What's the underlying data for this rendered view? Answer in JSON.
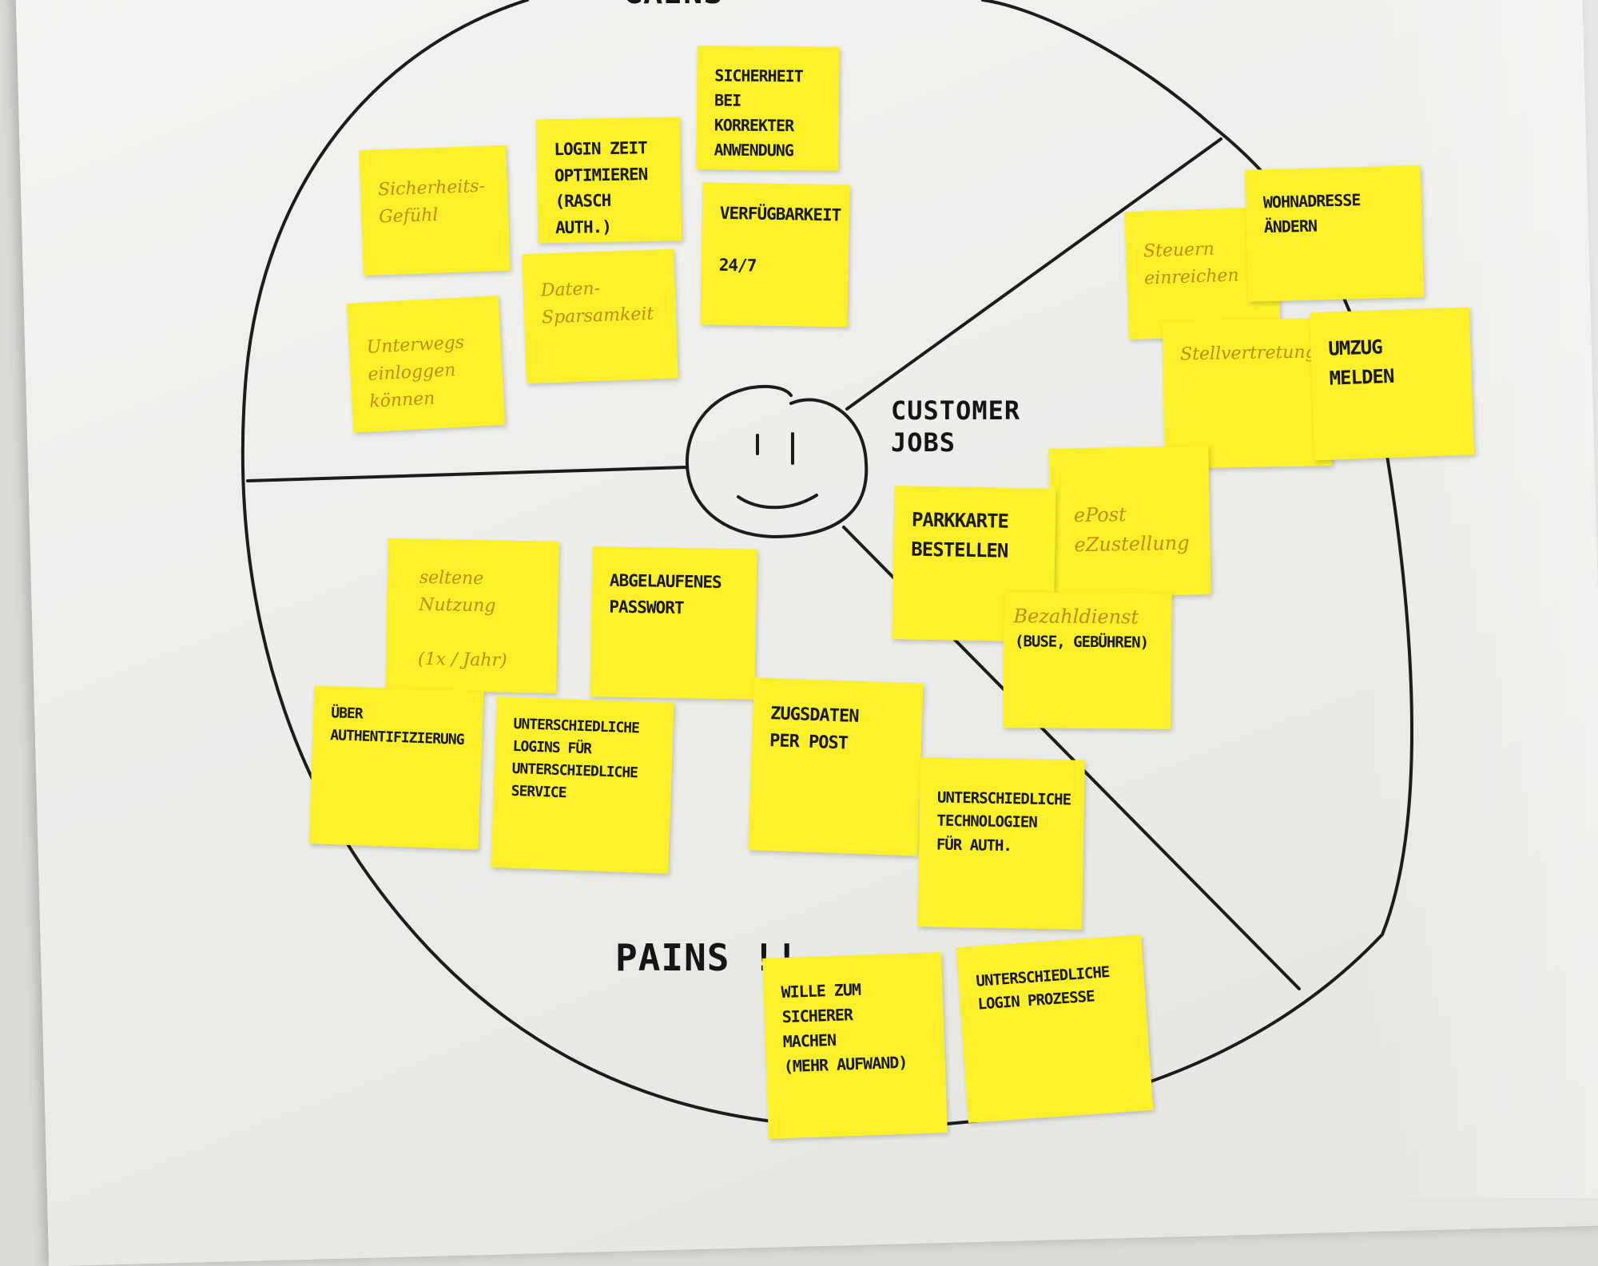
{
  "board": {
    "section_gains": "GAINS",
    "section_pains": "PAINS !!",
    "section_jobs": "CUSTOMER\nJOBS"
  },
  "colors": {
    "sticky_note": "#fbf02a",
    "marker_ink": "#151515",
    "pencil_ink": "#c08c10",
    "paper": "#eeeeec"
  },
  "icons": {
    "center": "smiley-face-icon"
  },
  "gains": [
    "Sicherheits-\nGefühl",
    "LOGIN ZEIT\nOPTIMIEREN\n(RASCH AUTH.)",
    "SICHERHEIT\nBEI KORREKTER\nANWENDUNG",
    "VERFÜGBARKEIT\n\n24/7",
    "Daten-\nSparsamkeit",
    "Unterwegs\neinloggen\nkönnen"
  ],
  "jobs": [
    "Steuern\neinreichen",
    "WOHNADRESSE\nÄNDERN",
    "Stellvertretung",
    "UMZUG\nMELDEN",
    "ePost\neZustellung",
    "PARKKARTE\nBESTELLEN",
    "Bezahldienst",
    "(BUSE, GEBÜHREN)"
  ],
  "pains": [
    "seltene\nNutzung\n\n(1x / Jahr)",
    "ABGELAUFENES\nPASSWORT",
    "ÜBER\nAUTHENTIFIZIERUNG",
    "UNTERSCHIEDLICHE\nLOGINS FÜR\nUNTERSCHIEDLICHE\nSERVICE",
    "ZUGSDATEN\nPER POST",
    "UNTERSCHIEDLICHE\nTECHNOLOGIEN\nFÜR AUTH.",
    "WILLE ZUM\nSICHERER\nMACHEN\n(MEHR AUFWAND)",
    "UNTERSCHIEDLICHE\nLOGIN PROZESSE"
  ]
}
